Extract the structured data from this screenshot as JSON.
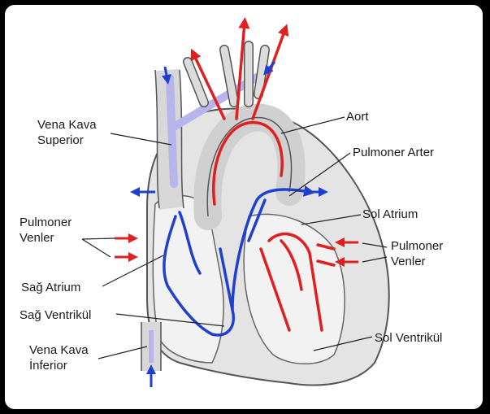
{
  "labels": {
    "vena_kava_superior_line1": "Vena Kava",
    "vena_kava_superior_line2": "Superior",
    "aort": "Aort",
    "pulmoner_arter": "Pulmoner Arter",
    "pulmoner_venler_left_line1": "Pulmoner",
    "pulmoner_venler_left_line2": "Venler",
    "sol_atrium": "Sol Atrium",
    "pulmoner_venler_right_line1": "Pulmoner",
    "pulmoner_venler_right_line2": "Venler",
    "sag_atrium": "Sağ Atrium",
    "sag_ventrikul": "Sağ Ventrikül",
    "vena_kava_inferior_line1": "Vena Kava",
    "vena_kava_inferior_line2": "İnferior",
    "sol_ventrikul": "Sol Ventrikül"
  },
  "colors": {
    "oxygenated_blood": "#e02020",
    "deoxygenated_blood": "#2a2ad0",
    "venous_channel": "#b8b4ec",
    "heart_wall": "#d6d6d6",
    "outline": "#555555"
  },
  "icons": [
    "arrow-up-icon",
    "arrow-left-icon",
    "arrow-right-icon",
    "arrow-down-icon"
  ]
}
